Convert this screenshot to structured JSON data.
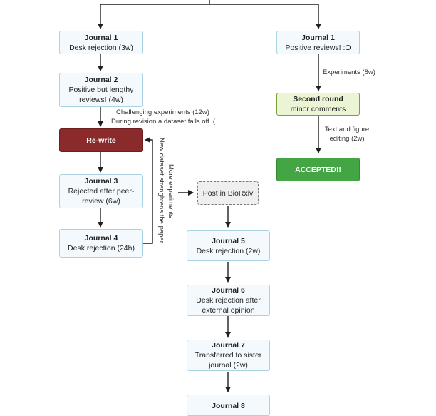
{
  "nodes": {
    "j1_left": {
      "title": "Journal 1",
      "text": "Desk rejection (3w)"
    },
    "j2": {
      "title": "Journal 2",
      "text": "Positive but lengthy reviews! (4w)"
    },
    "rewrite": {
      "title": "Re-write"
    },
    "j3": {
      "title": "Journal 3",
      "text": "Rejected after peer-review (6w)"
    },
    "j4": {
      "title": "Journal 4",
      "text": "Desk rejection (24h)"
    },
    "biorxiv": {
      "text": "Post in BioRxiv"
    },
    "j5": {
      "title": "Journal 5",
      "text": "Desk rejection (2w)"
    },
    "j6": {
      "title": "Journal 6",
      "text": "Desk rejection after external opinion"
    },
    "j7": {
      "title": "Journal 7",
      "text": "Transferred to sister journal (2w)"
    },
    "j8": {
      "title": "Journal 8"
    },
    "j1_right": {
      "title": "Journal 1",
      "text": "Positive reviews! :O"
    },
    "second": {
      "title": "Second round",
      "text": "minor comments"
    },
    "accepted": {
      "title": "ACCEPTED!!"
    }
  },
  "labels": {
    "challenging": "Challenging experiments (12w)",
    "dataset_falls": "During revision a dataset falls off :(",
    "more_experiments": "More experiments",
    "new_dataset": "New dataset strenghtens the paper",
    "experiments_8w": "Experiments (8w)",
    "text_figure": "Text and figure editing (2w)"
  },
  "colors": {
    "node_fill": "#f3f9fd",
    "node_border": "#a9d3e3",
    "rewrite_fill": "#8b2a2a",
    "accepted_fill": "#43a543",
    "second_round_fill": "#ebf5d6",
    "biorxiv_fill": "#efefef"
  }
}
